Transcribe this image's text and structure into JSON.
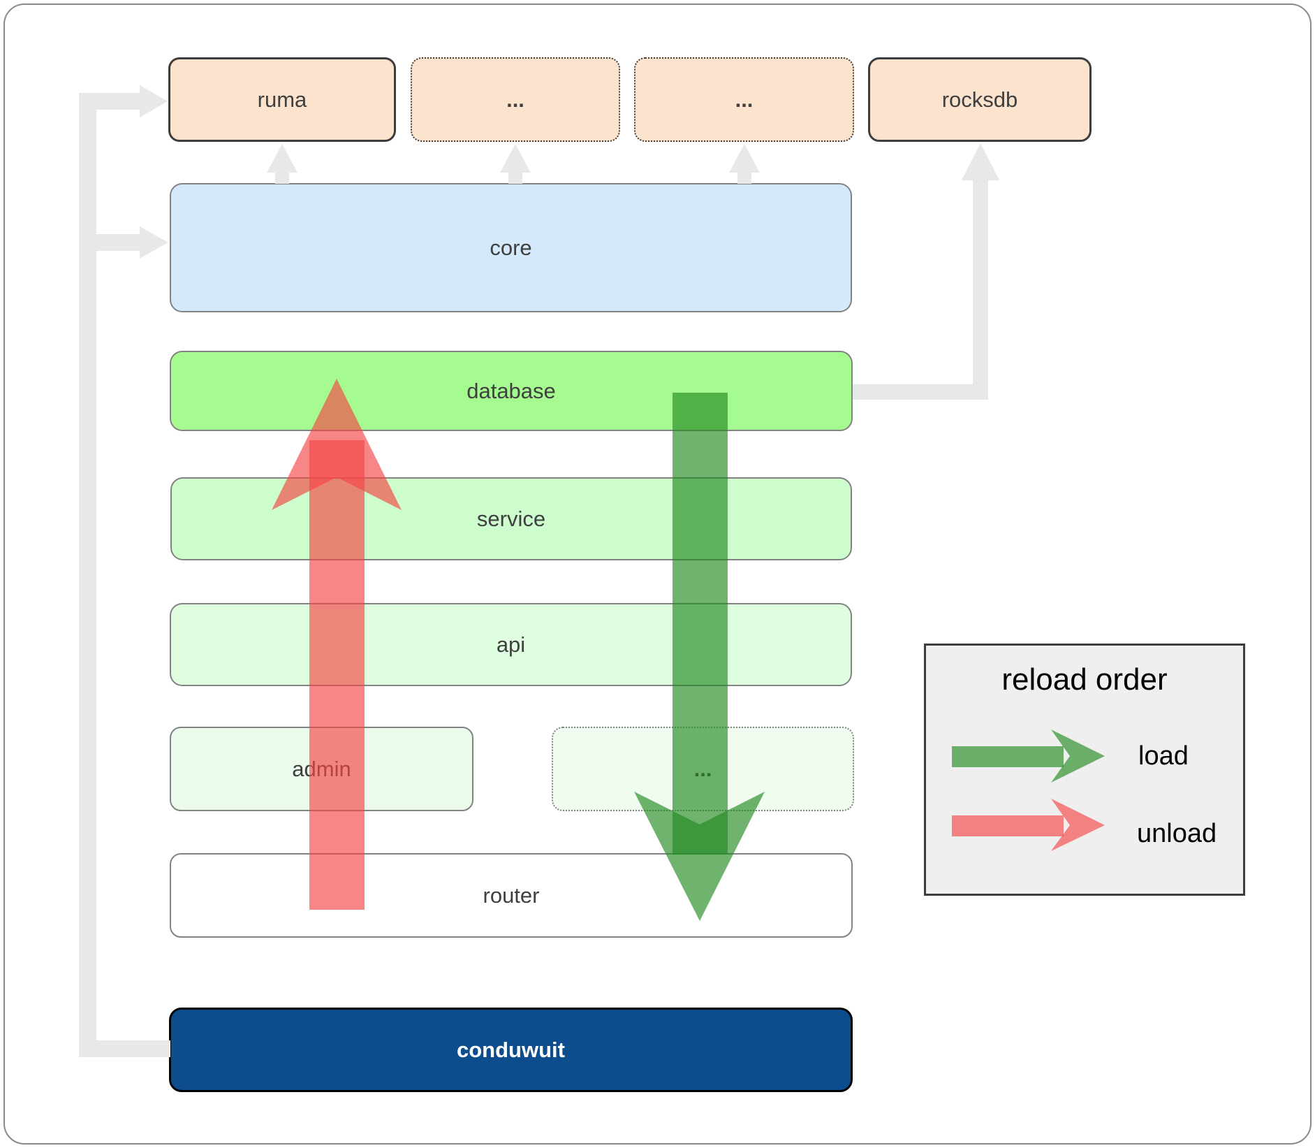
{
  "diagram": {
    "top_row": {
      "ruma": "ruma",
      "ellipsis1": "...",
      "ellipsis2": "...",
      "rocksdb": "rocksdb"
    },
    "layers": {
      "core": "core",
      "database": "database",
      "service": "service",
      "api": "api",
      "admin": "admin",
      "ellipsis3": "...",
      "router": "router",
      "conduwuit": "conduwuit"
    }
  },
  "legend": {
    "title": "reload order",
    "load_label": "load",
    "unload_label": "unload"
  },
  "colors": {
    "peach_fill": "#fce3ce",
    "core_fill": "#d5e9fc",
    "database_fill": "#a5fb8f",
    "service_fill": "#cdfccd",
    "api_fill": "#dffddf",
    "admin_fill": "#ecfaec",
    "ellipsis_fill": "#f0fcf0",
    "router_fill": "#ffffff",
    "conduwuit_fill": "#0e4d8d",
    "conduwuit_text": "#ffffff",
    "legend_fill": "#efefef",
    "border_dark": "#3d3d3d",
    "border_gray": "#828282",
    "connector_gray": "#e8e8e8",
    "arrow_green": "#228b22",
    "arrow_red": "#f44545",
    "label_color": "#3f3f3f"
  }
}
